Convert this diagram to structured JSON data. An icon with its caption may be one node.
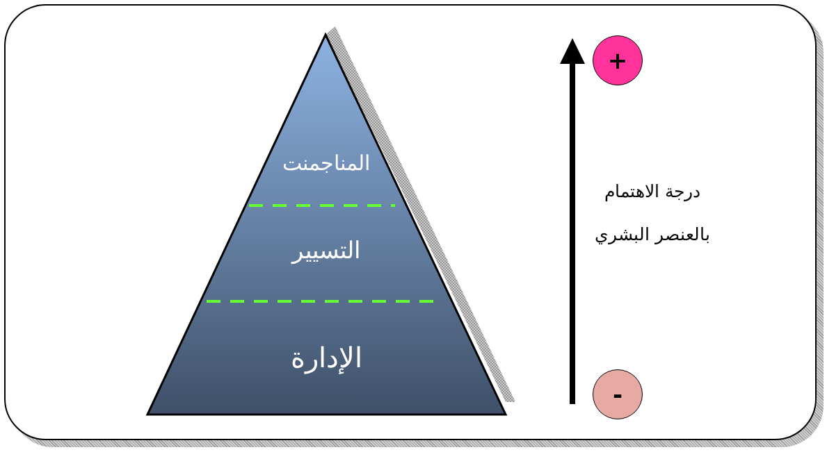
{
  "diagram": {
    "nodes": [
      {
        "text": [
          "المناجمنت"
        ]
      },
      {
        "text": [
          "التسيير"
        ]
      },
      {
        "text": [
          "الإدارة"
        ]
      },
      {
        "text": [
          "+"
        ]
      },
      {
        "text": [
          "-"
        ]
      }
    ],
    "labels": [
      "درجة الاهتمام بالعنصر البشري"
    ]
  }
}
